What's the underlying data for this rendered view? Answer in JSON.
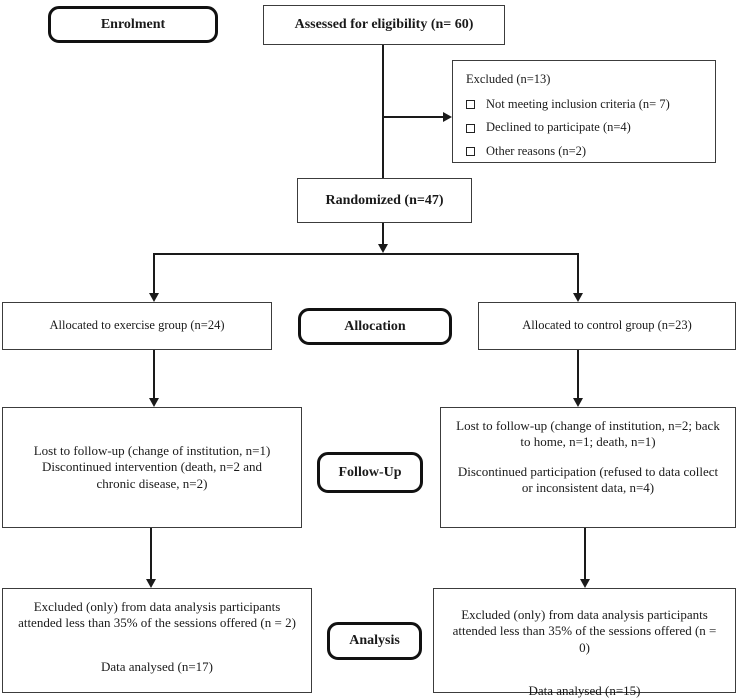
{
  "diagram": {
    "kind": "consort-flow-diagram",
    "colors": {
      "box_border": "#3c3c3c",
      "label_border": "#111111",
      "text": "#1a1a1a",
      "background": "#ffffff"
    },
    "stages": {
      "enrolment": "Enrolment",
      "allocation": "Allocation",
      "followup": "Follow-Up",
      "analysis": "Analysis"
    },
    "boxes": {
      "assessed": "Assessed for eligibility (n= 60)",
      "excluded": {
        "title": "Excluded (n=13)",
        "items": [
          "Not meeting inclusion criteria (n= 7)",
          "Declined to participate (n=4)",
          "Other reasons (n=2)"
        ]
      },
      "randomized": "Randomized (n=47)",
      "allocated_exercise": "Allocated to exercise group (n=24)",
      "allocated_control": "Allocated to control group (n=23)",
      "followup_exercise": {
        "line1": "Lost to follow-up (change of institution, n=1)",
        "line2": "Discontinued intervention (death, n=2 and chronic disease, n=2)"
      },
      "followup_control": {
        "line1": "Lost to follow-up (change of institution, n=2; back to home, n=1; death, n=1)",
        "line2": "Discontinued participation (refused to data collect or inconsistent data, n=4)"
      },
      "analysis_exercise": {
        "line1": "Excluded (only) from data analysis participants attended less than 35% of the sessions offered (n = 2)",
        "line2": "Data analysed (n=17)"
      },
      "analysis_control": {
        "line1": "Excluded (only) from data analysis participants attended less than 35% of the sessions offered (n = 0)",
        "line2": "Data analysed (n=15)"
      }
    }
  }
}
